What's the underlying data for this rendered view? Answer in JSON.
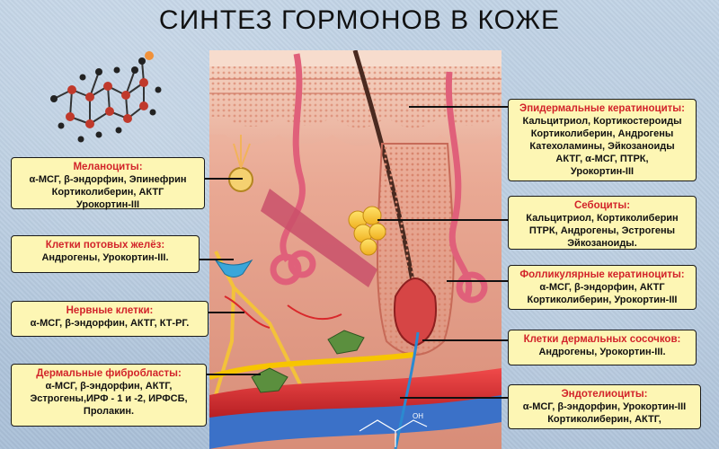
{
  "title": "СИНТЕЗ ГОРМОНОВ В КОЖЕ",
  "colors": {
    "box_bg": "#fdf6b4",
    "header_red": "#d2232a",
    "skin": "#e8a48e",
    "background": "#b7cbe0"
  },
  "left_boxes": [
    {
      "header": "Меланоциты:",
      "lines": [
        "α-МСГ, β-эндорфин, Эпинефрин",
        "Кортиколиберин, АКТГ",
        "Урокортин-III"
      ]
    },
    {
      "header": "Клетки потовых желёз:",
      "lines": [
        "Андрогены, Урокортин-III."
      ]
    },
    {
      "header": "Нервные клетки:",
      "lines": [
        "α-МСГ, β-эндорфин, АКТГ, КТ-РГ."
      ]
    },
    {
      "header": "Дермальные фибробласты:",
      "lines": [
        "α-МСГ, β-эндорфин, АКТГ,",
        "Эстрогены,ИРФ - 1 и -2, ИРФСБ,",
        "Пролакин."
      ]
    }
  ],
  "right_boxes": [
    {
      "header": "Эпидермальные кератиноциты:",
      "lines": [
        "Кальцитриол, Кортикостероиды",
        "Кортиколиберин, Андрогены",
        "Катехоламины, Эйкозаноиды",
        "АКТГ, α-МСГ, ПТРК,",
        "Урокортин-III"
      ]
    },
    {
      "header": "Себоциты:",
      "lines": [
        "Кальцитриол, Кортиколиберин",
        "ПТРК, Андрогены, Эстрогены",
        "Эйкозаноиды."
      ]
    },
    {
      "header": "Фолликулярные кератиноциты:",
      "lines": [
        "α-МСГ, β-эндорфин, АКТГ",
        "Кортиколиберин,  Урокортин-III"
      ]
    },
    {
      "header": "Клетки дермальных сосочков:",
      "lines": [
        "Андрогены, Урокортин-III."
      ]
    },
    {
      "header": "Эндотелиоциты:",
      "lines": [
        "α-МСГ, β-эндорфин, Урокортин-III",
        "Кортиколиберин, АКТГ,"
      ]
    }
  ],
  "molecule_labels": {
    "oh": "OH"
  },
  "icons": {
    "molecule": "steroid-molecule-icon",
    "skin": "skin-cross-section-illustration"
  }
}
